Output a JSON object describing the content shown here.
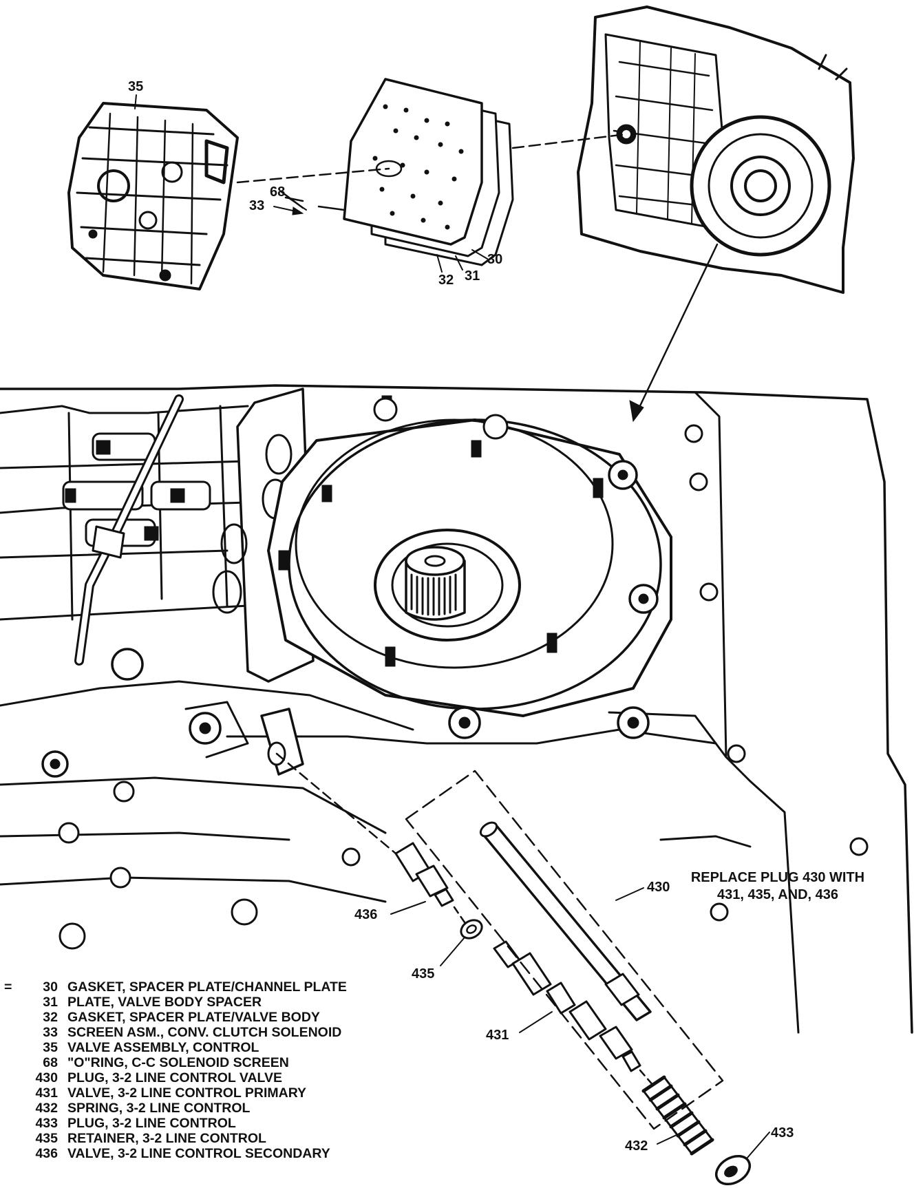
{
  "callouts": {
    "c35": "35",
    "c68": "68",
    "c33": "33",
    "c30": "30",
    "c31": "31",
    "c32": "32",
    "c430": "430",
    "c436": "436",
    "c435": "435",
    "c431": "431",
    "c432": "432",
    "c433": "433"
  },
  "note": {
    "line1": "REPLACE PLUG 430 WITH",
    "line2": "431, 435, AND, 436"
  },
  "legend": {
    "marker": "=",
    "items": [
      {
        "num": "30",
        "text": "GASKET, SPACER PLATE/CHANNEL PLATE"
      },
      {
        "num": "31",
        "text": "PLATE, VALVE BODY SPACER"
      },
      {
        "num": "32",
        "text": "GASKET, SPACER PLATE/VALVE BODY"
      },
      {
        "num": "33",
        "text": "SCREEN ASM., CONV. CLUTCH SOLENOID"
      },
      {
        "num": "35",
        "text": "VALVE ASSEMBLY, CONTROL"
      },
      {
        "num": "68",
        "text": "\"O\"RING, C-C SOLENOID SCREEN"
      },
      {
        "num": "430",
        "text": "PLUG, 3-2 LINE CONTROL VALVE"
      },
      {
        "num": "431",
        "text": "VALVE, 3-2 LINE CONTROL PRIMARY"
      },
      {
        "num": "432",
        "text": "SPRING, 3-2 LINE CONTROL"
      },
      {
        "num": "433",
        "text": "PLUG, 3-2 LINE CONTROL"
      },
      {
        "num": "435",
        "text": "RETAINER, 3-2 LINE CONTROL"
      },
      {
        "num": "436",
        "text": "VALVE, 3-2 LINE CONTROL SECONDARY"
      }
    ]
  }
}
